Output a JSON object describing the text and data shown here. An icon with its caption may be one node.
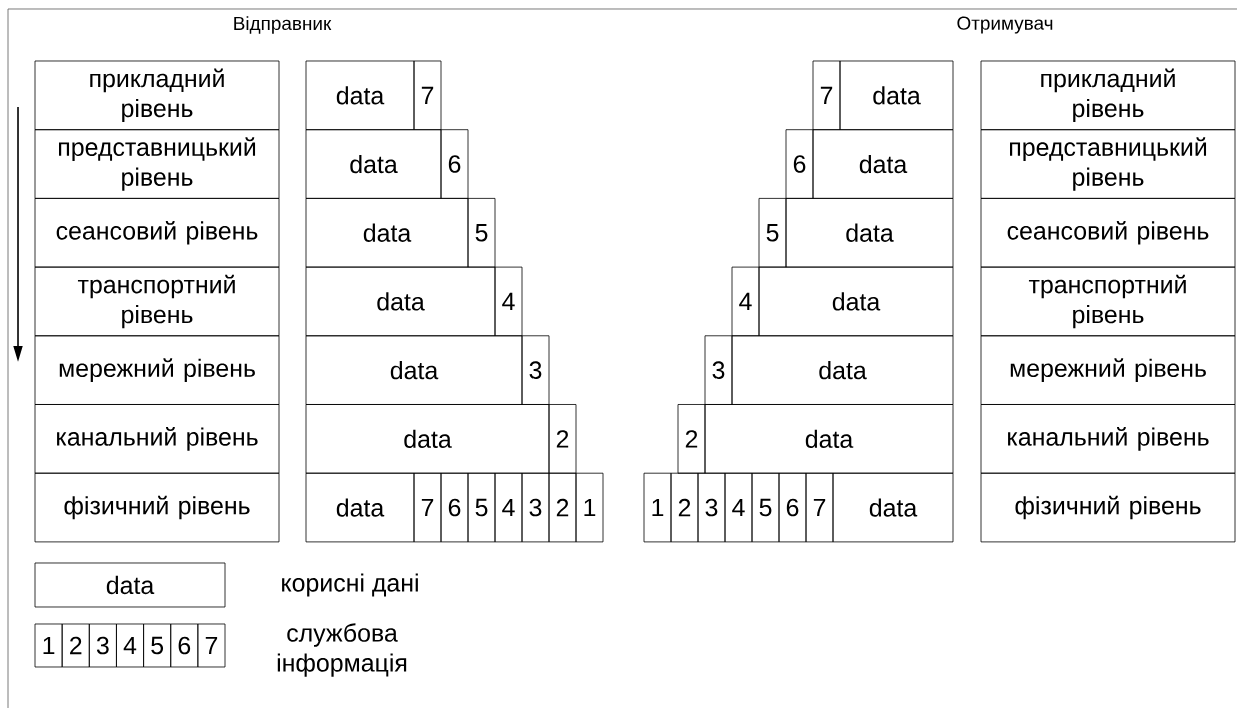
{
  "diagram": {
    "nodes": [
      {
        "text": [
          "прикладний рівень"
        ]
      },
      {
        "text": [
          "data"
        ]
      },
      {
        "text": [
          "7"
        ]
      },
      {
        "text": [
          "7"
        ]
      },
      {
        "text": [
          "data"
        ]
      },
      {
        "text": [
          "прикладний рівень"
        ]
      },
      {
        "text": [
          "представницький рівень"
        ]
      },
      {
        "text": [
          "data"
        ]
      },
      {
        "text": [
          "6"
        ]
      },
      {
        "text": [
          "6"
        ]
      },
      {
        "text": [
          "data"
        ]
      },
      {
        "text": [
          "представницький рівень"
        ]
      },
      {
        "text": [
          "сеансовий рівень"
        ]
      },
      {
        "text": [
          "data"
        ]
      },
      {
        "text": [
          "5"
        ]
      },
      {
        "text": [
          "5"
        ]
      },
      {
        "text": [
          "data"
        ]
      },
      {
        "text": [
          "сеансовий рівень"
        ]
      },
      {
        "text": [
          "транспортний рівень"
        ]
      },
      {
        "text": [
          "data"
        ]
      },
      {
        "text": [
          "4"
        ]
      },
      {
        "text": [
          "4"
        ]
      },
      {
        "text": [
          "data"
        ]
      },
      {
        "text": [
          "транспортний рівень"
        ]
      },
      {
        "text": [
          "мережний рівень"
        ]
      },
      {
        "text": [
          "data"
        ]
      },
      {
        "text": [
          "3"
        ]
      },
      {
        "text": [
          "3"
        ]
      },
      {
        "text": [
          "data"
        ]
      },
      {
        "text": [
          "мережний рівень"
        ]
      },
      {
        "text": [
          "канальний рівень"
        ]
      },
      {
        "text": [
          "data"
        ]
      },
      {
        "text": [
          "2"
        ]
      },
      {
        "text": [
          "2"
        ]
      },
      {
        "text": [
          "data"
        ]
      },
      {
        "text": [
          "канальний рівень"
        ]
      },
      {
        "text": [
          "фізичний рівень"
        ]
      },
      {
        "text": [
          "data"
        ]
      },
      {
        "text": [
          "7"
        ]
      },
      {
        "text": [
          "6"
        ]
      },
      {
        "text": [
          "5"
        ]
      },
      {
        "text": [
          "4"
        ]
      },
      {
        "text": [
          "3"
        ]
      },
      {
        "text": [
          "2"
        ]
      },
      {
        "text": [
          "1"
        ]
      },
      {
        "text": [
          "1"
        ]
      },
      {
        "text": [
          "2"
        ]
      },
      {
        "text": [
          "3"
        ]
      },
      {
        "text": [
          "4"
        ]
      },
      {
        "text": [
          "5"
        ]
      },
      {
        "text": [
          "6"
        ]
      },
      {
        "text": [
          "7"
        ]
      },
      {
        "text": [
          "data"
        ]
      },
      {
        "text": [
          "фізичний рівень"
        ]
      },
      {
        "text": [
          "data"
        ]
      },
      {
        "text": [
          "1"
        ]
      },
      {
        "text": [
          "2"
        ]
      },
      {
        "text": [
          "3"
        ]
      },
      {
        "text": [
          "4"
        ]
      },
      {
        "text": [
          "5"
        ]
      },
      {
        "text": [
          "6"
        ]
      },
      {
        "text": [
          "7"
        ]
      }
    ],
    "labels": [
      "Відправник",
      "Отримувач",
      "корисні дані",
      "службова інформація"
    ]
  }
}
